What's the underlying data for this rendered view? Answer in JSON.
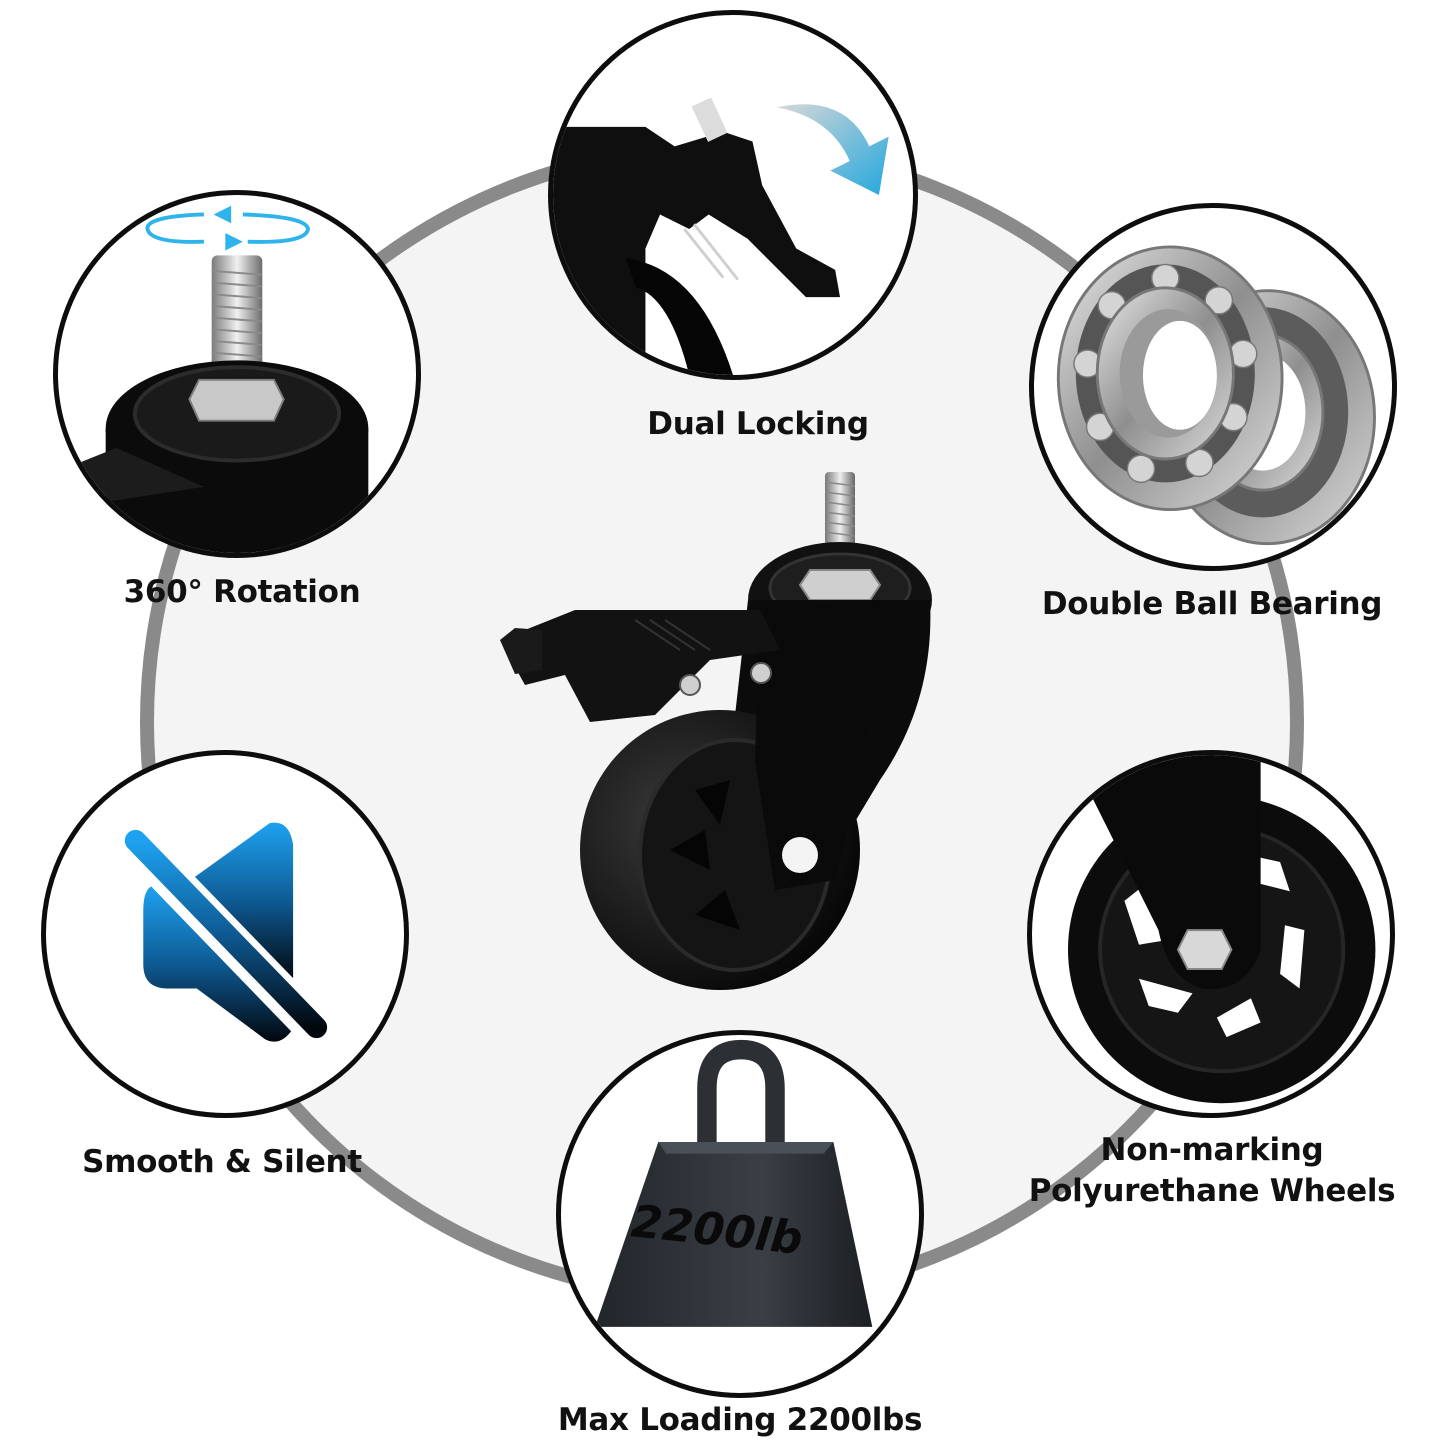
{
  "colors": {
    "ring_stroke": "#8a8a8a",
    "ring_fill": "#f4f4f4",
    "badge_border": "#0d0d0d",
    "accent_blue": "#1a9be6",
    "label_text": "#111111"
  },
  "hero": {
    "subject": "locking swivel caster wheel with threaded stem"
  },
  "features": [
    {
      "id": "dual-locking",
      "label": "Dual Locking",
      "icon": "brake-lever-icon",
      "arrow": "curved-down-arrow-icon"
    },
    {
      "id": "rotation",
      "label": "360° Rotation",
      "icon": "threaded-stem-icon",
      "arrow": "rotate-arrows-icon"
    },
    {
      "id": "bearing",
      "label": "Double Ball Bearing",
      "icon": "ball-bearing-icon"
    },
    {
      "id": "silent",
      "label": "Smooth & Silent",
      "icon": "mute-speaker-icon"
    },
    {
      "id": "wheels",
      "label_line1": "Non-marking",
      "label_line2": "Polyurethane Wheels",
      "icon": "polyurethane-wheel-icon"
    },
    {
      "id": "load",
      "label": "Max Loading 2200lbs",
      "icon": "weight-icon",
      "weight_text": "2200lb"
    }
  ]
}
